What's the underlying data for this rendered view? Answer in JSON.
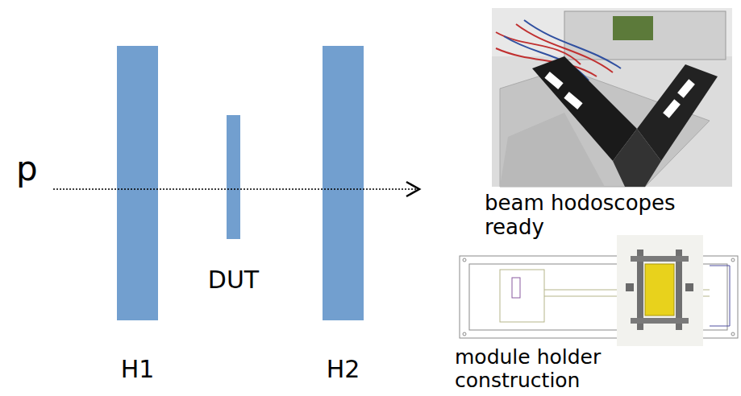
{
  "diagram": {
    "nodes": [
      {
        "text": [
          "H1"
        ]
      },
      {
        "text": [
          "DUT"
        ]
      },
      {
        "text": [
          "H2"
        ]
      }
    ],
    "labels": [
      "p",
      "beam hodoscopes ready",
      "module holder construction"
    ]
  }
}
